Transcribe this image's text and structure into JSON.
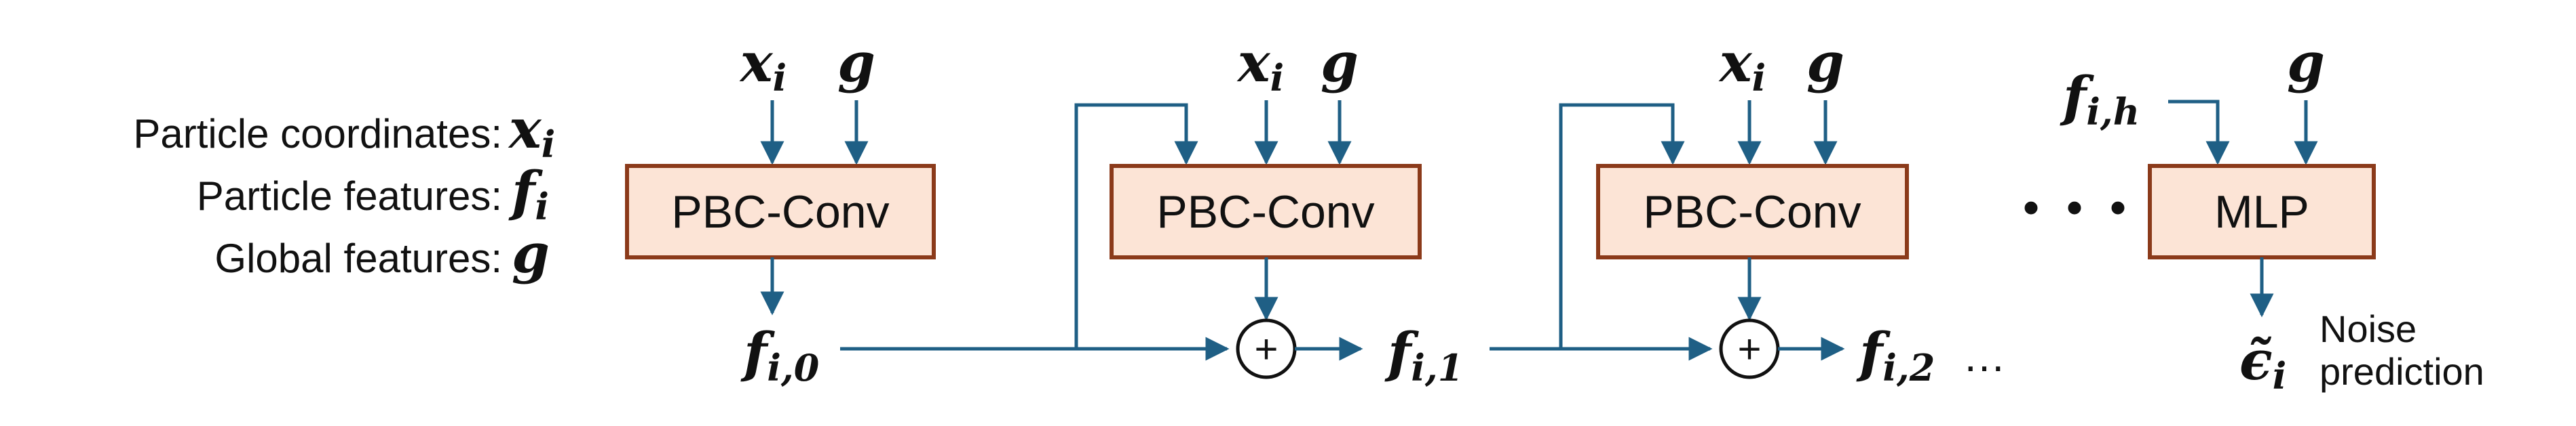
{
  "legend": [
    {
      "label": "Particle coordinates:",
      "symbol": "x",
      "sub": "i"
    },
    {
      "label": "Particle features:",
      "symbol": "f",
      "sub": "i"
    },
    {
      "label": "Global features:",
      "symbol": "g",
      "sub": ""
    }
  ],
  "blocks": [
    {
      "label": "PBC-Conv",
      "input_x": "x",
      "input_x_sub": "i",
      "input_g": "g",
      "output": "f",
      "output_sub": "i,0"
    },
    {
      "label": "PBC-Conv",
      "input_x": "x",
      "input_x_sub": "i",
      "input_g": "g",
      "output": "f",
      "output_sub": "i,1"
    },
    {
      "label": "PBC-Conv",
      "input_x": "x",
      "input_x_sub": "i",
      "input_g": "g",
      "output": "f",
      "output_sub": "i,2"
    }
  ],
  "continuation": "…",
  "between_dots": "• • •",
  "sum_symbol": "+",
  "head": {
    "label": "MLP",
    "input_f": "f",
    "input_f_sub": "i,h",
    "input_g": "g",
    "output_symbol": "ϵ̃",
    "output_sub": "i",
    "output_caption_line1": "Noise",
    "output_caption_line2": "prediction"
  },
  "colors": {
    "box_fill": "#fce4d6",
    "box_border": "#8b3a1a",
    "arrow": "#1f5f85",
    "text": "#111111"
  }
}
